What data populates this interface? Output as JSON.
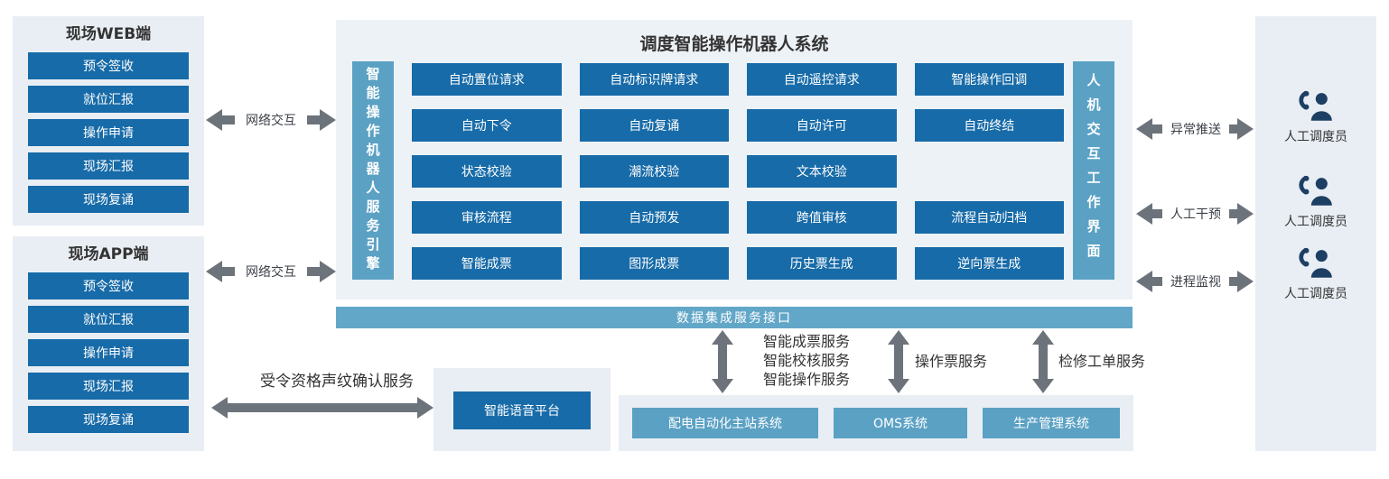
{
  "colors": {
    "dark_blue": "#176ba8",
    "light_blue": "#5ba1c4",
    "bus_blue": "#63a7c8",
    "panel_bg": "#e9eef4",
    "arrow_gray": "#6c737b",
    "icon_navy": "#1c3f63"
  },
  "left_panels": [
    {
      "title": "现场WEB端",
      "items": [
        "预令签收",
        "就位汇报",
        "操作申请",
        "现场汇报",
        "现场复诵"
      ]
    },
    {
      "title": "现场APP端",
      "items": [
        "预令签收",
        "就位汇报",
        "操作申请",
        "现场汇报",
        "现场复诵"
      ]
    }
  ],
  "network_links": [
    {
      "label": "网络交互"
    },
    {
      "label": "网络交互"
    }
  ],
  "central": {
    "title": "调度智能操作机器人系统",
    "left_bar": "智能操作机器人服务引擎",
    "right_bar": "人机交互工作界面",
    "grid_rows": [
      [
        "自动置位请求",
        "自动标识牌请求",
        "自动遥控请求",
        "智能操作回调"
      ],
      [
        "自动下令",
        "自动复诵",
        "自动许可",
        "自动终结"
      ],
      [
        "状态校验",
        "潮流校验",
        "文本校验"
      ],
      [
        "审核流程",
        "自动预发",
        "跨值审核",
        "流程自动归档"
      ],
      [
        "智能成票",
        "图形成票",
        "历史票生成",
        "逆向票生成"
      ]
    ],
    "data_bus": "数据集成服务接口"
  },
  "right_links": [
    {
      "label": "异常推送",
      "target": "人工调度员"
    },
    {
      "label": "人工干预",
      "target": "人工调度员"
    },
    {
      "label": "进程监视",
      "target": "人工调度员"
    }
  ],
  "bottom": {
    "service_groups": [
      {
        "lines": [
          "智能成票服务",
          "智能校核服务",
          "智能操作服务"
        ]
      },
      {
        "lines": [
          "操作票服务"
        ]
      },
      {
        "lines": [
          "检修工单服务"
        ]
      }
    ],
    "systems": [
      "配电自动化主站系统",
      "OMS系统",
      "生产管理系统"
    ],
    "voice_link_label": "受令资格声纹确认服务",
    "voice_platform": "智能语音平台"
  }
}
